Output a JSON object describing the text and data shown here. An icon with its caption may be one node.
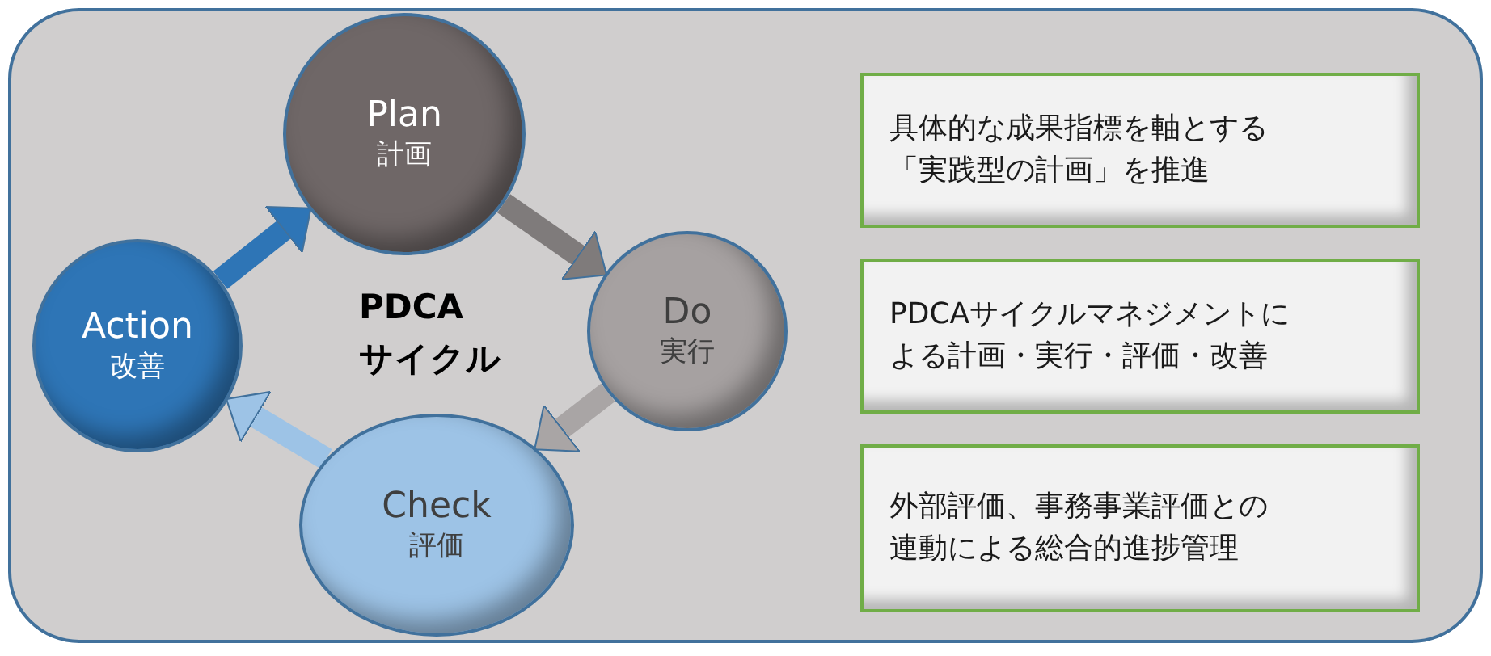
{
  "diagram": {
    "nodes": [
      {
        "text": [
          "Plan",
          "計画"
        ]
      },
      {
        "text": [
          "Do",
          "実行"
        ]
      },
      {
        "text": [
          "Check",
          "評価"
        ]
      },
      {
        "text": [
          "Action",
          "改善"
        ]
      },
      {
        "text": [
          "具体的な成果指標を軸とする「実践型の計画」を推進"
        ]
      },
      {
        "text": [
          "PDCAサイクルマネジメントによる計画・実行・評価・改善"
        ]
      },
      {
        "text": [
          "外部評価、事務事業評価との連動による総合的進捗管理"
        ]
      }
    ],
    "edges": [
      {
        "from": 0,
        "to": 1,
        "arrow": "to",
        "color": "#7f7b7b"
      },
      {
        "from": 1,
        "to": 2,
        "arrow": "to",
        "color": "#a9a5a5"
      },
      {
        "from": 2,
        "to": 3,
        "arrow": "to",
        "color": "#9dc3e6"
      },
      {
        "from": 3,
        "to": 0,
        "arrow": "to",
        "color": "#2e75b6"
      }
    ],
    "labels": [
      "PDCA",
      "サイクル"
    ]
  }
}
